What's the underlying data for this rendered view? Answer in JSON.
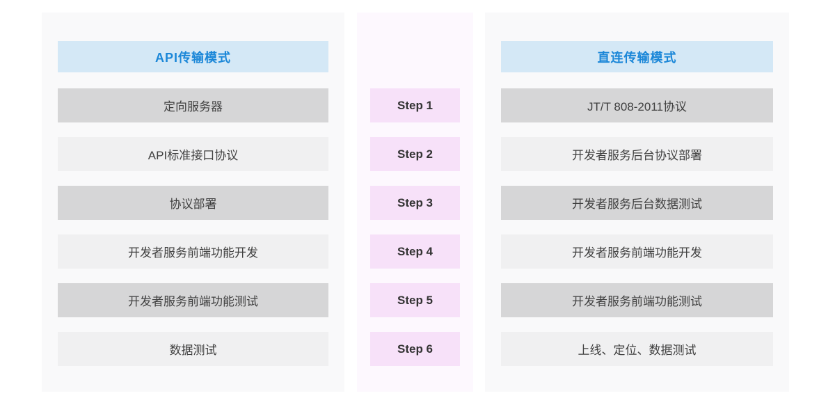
{
  "colors": {
    "page_bg": "#ffffff",
    "side_panel_bg": "#f9f9fa",
    "steps_panel_bg": "#fdf8fe",
    "header_bg": "#d4e8f6",
    "header_text": "#1b87d8",
    "row_dark_bg": "#d6d6d7",
    "row_light_bg": "#f0f0f1",
    "row_text": "#404040",
    "step_bg": "#f7e1f9",
    "step_text": "#333333"
  },
  "left_panel": {
    "title": "API传输模式",
    "rows": [
      "定向服务器",
      "API标准接口协议",
      "协议部署",
      "开发者服务前端功能开发",
      "开发者服务前端功能测试",
      "数据测试"
    ]
  },
  "steps_panel": {
    "steps": [
      "Step 1",
      "Step 2",
      "Step 3",
      "Step 4",
      "Step 5",
      "Step 6"
    ]
  },
  "right_panel": {
    "title": "直连传输模式",
    "rows": [
      "JT/T 808-2011协议",
      "开发者服务后台协议部署",
      "开发者服务后台数据测试",
      "开发者服务前端功能开发",
      "开发者服务前端功能测试",
      "上线、定位、数据测试"
    ]
  }
}
